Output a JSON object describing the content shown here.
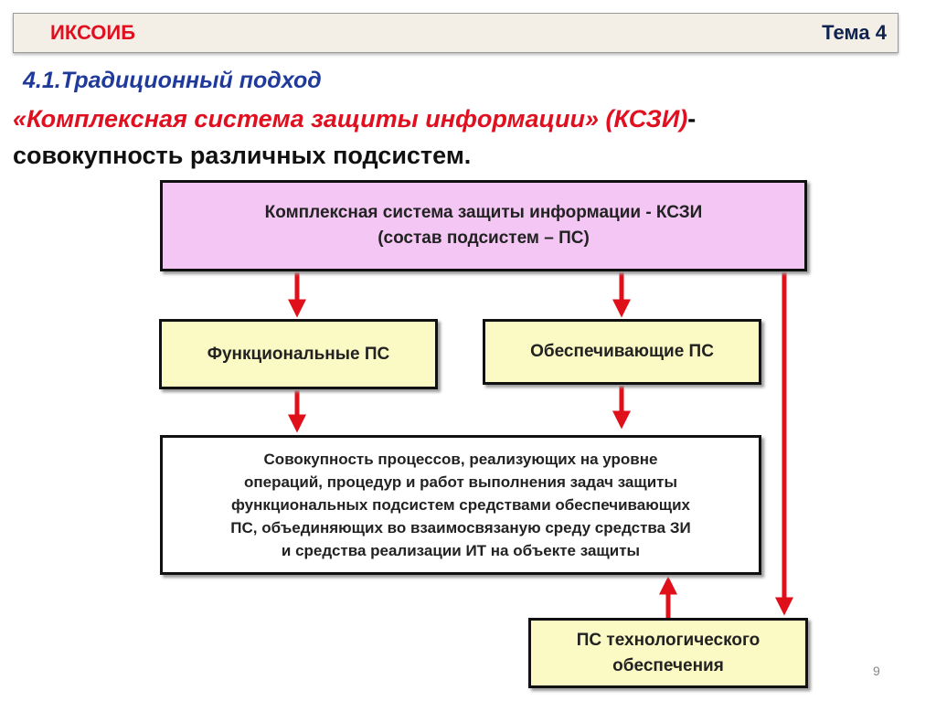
{
  "header": {
    "left": "ИКСОИБ",
    "right": "Тема 4"
  },
  "subtitle": "4.1.Традиционный подход",
  "definition": {
    "term": "«Комплексная  система защиты информации»  (КСЗИ)",
    "dash": "-",
    "rest": "совокупность различных подсистем."
  },
  "diagram": {
    "top": {
      "line1": "Комплексная система защиты информации - КСЗИ",
      "line2": "(состав подсистем – ПС)"
    },
    "functional": "Функциональные ПС",
    "supporting": "Обеспечивающие ПС",
    "main": [
      "Совокупность процессов, реализующих на уровне",
      "операций, процедур и работ выполнения задач защиты",
      "функциональных подсистем средствами обеспечивающих",
      "ПС, объединяющих  во взаимосвязаную среду средства ЗИ",
      "и средства реализации ИТ на объекте защиты"
    ],
    "tech": {
      "line1": "ПС технологического",
      "line2": "обеспечения"
    },
    "arrow_color": "#e0101a"
  },
  "page_number": "9"
}
